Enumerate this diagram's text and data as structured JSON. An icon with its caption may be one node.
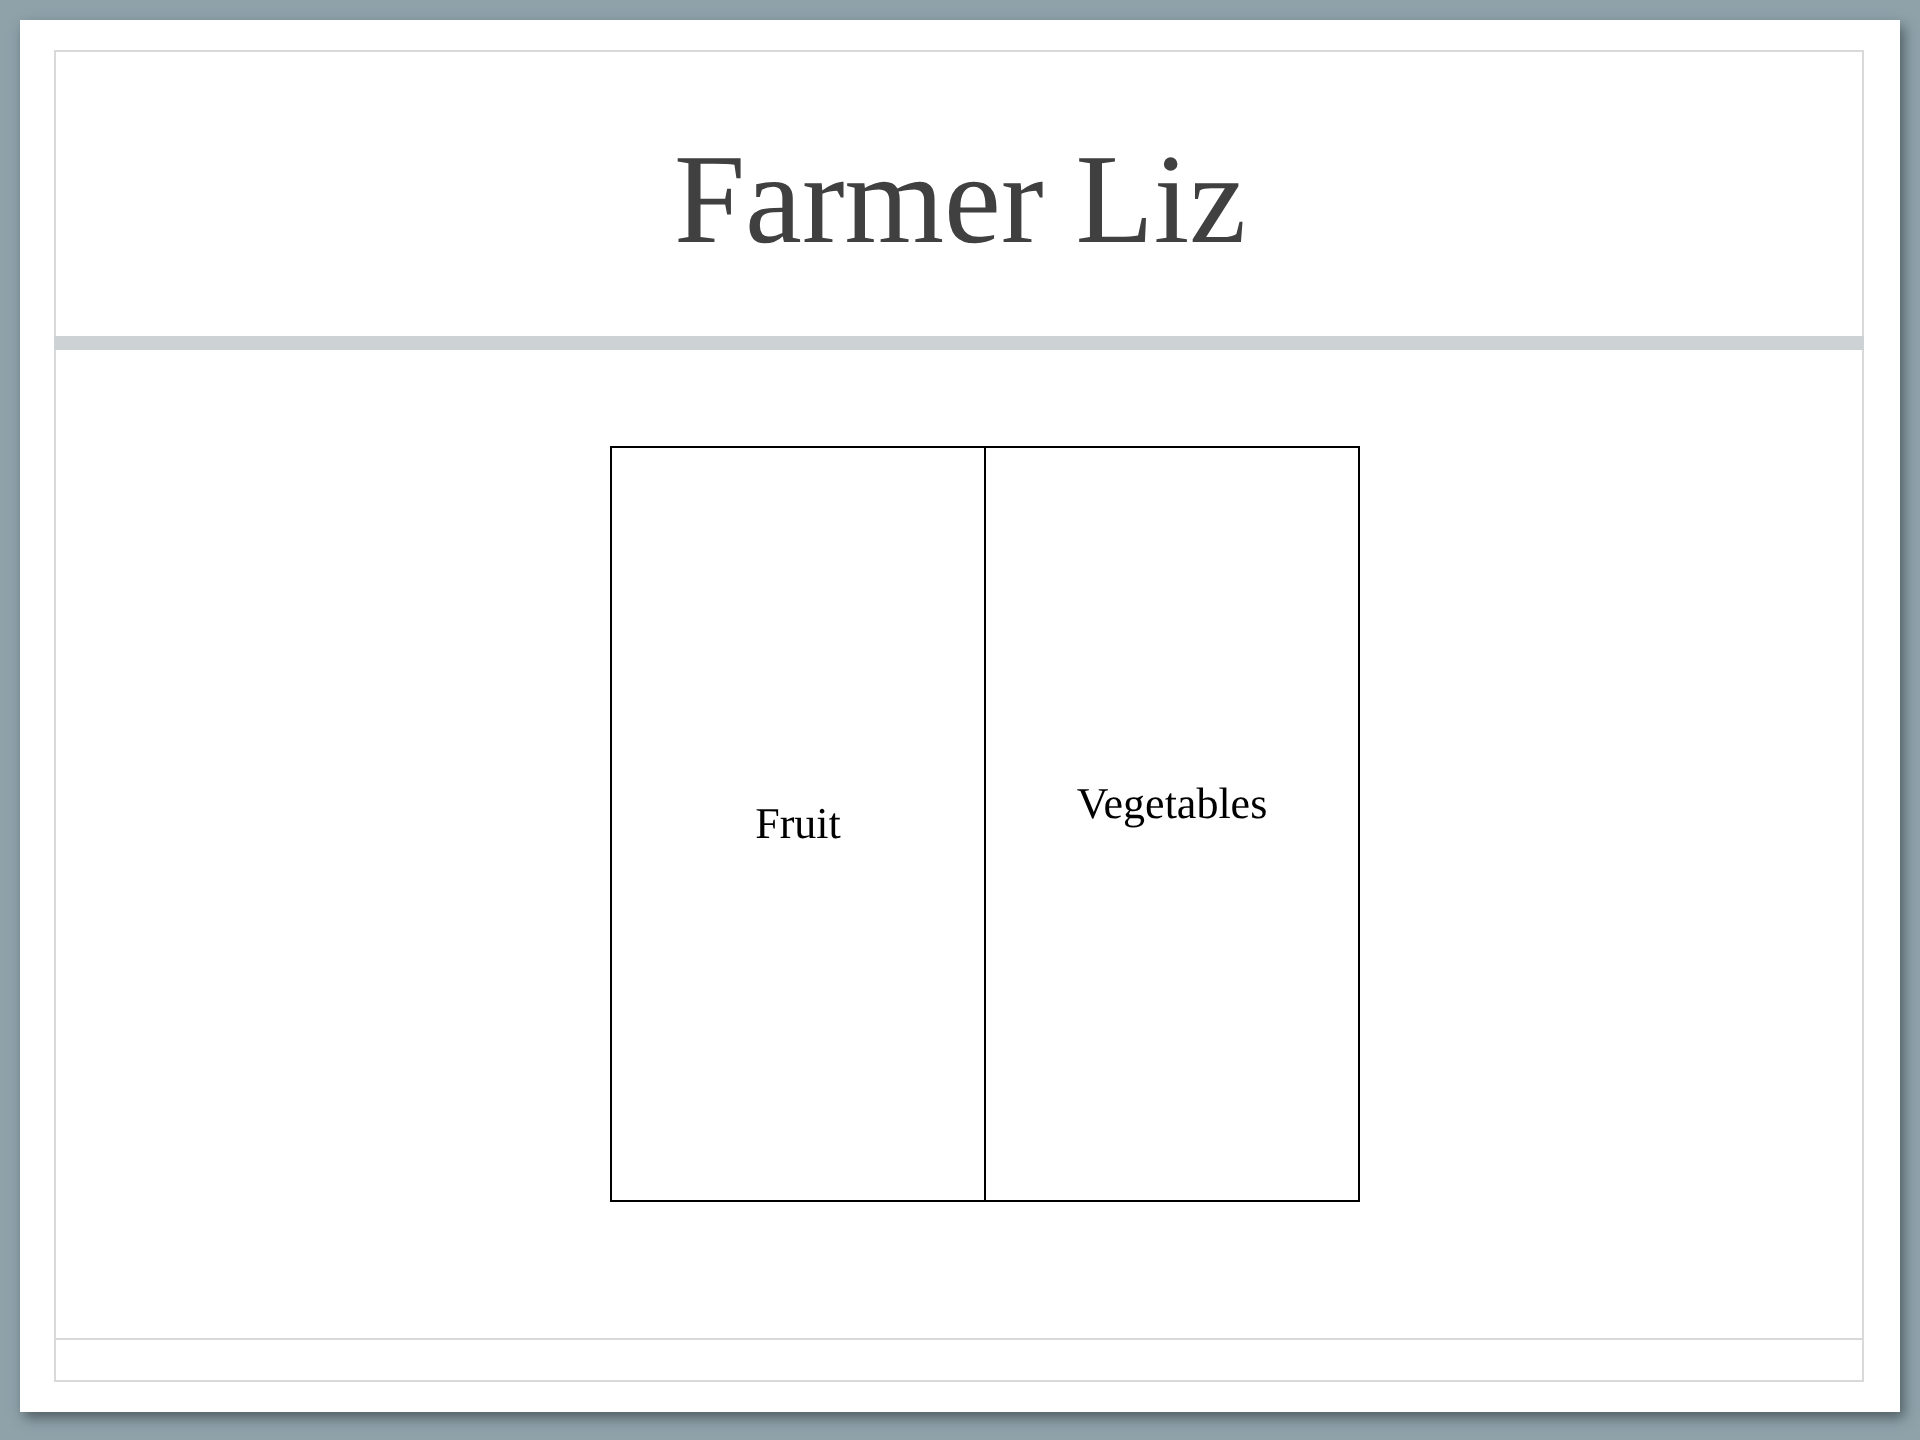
{
  "diagram": {
    "title": "Farmer Liz",
    "nodes": [
      {
        "text": [
          "Fruit"
        ]
      },
      {
        "text": [
          "Vegetables"
        ]
      }
    ]
  }
}
